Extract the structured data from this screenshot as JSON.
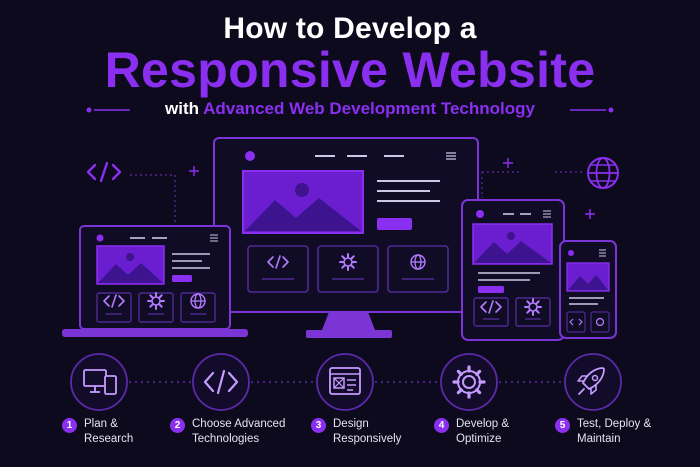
{
  "header": {
    "line1": "How to Develop a",
    "line2": "Responsive Website",
    "line3_white": "with ",
    "line3_accent": "Advanced Web Development Technology"
  },
  "icons": {
    "code": "code-brackets-icon",
    "plus": "plus-sign-icon",
    "globe": "globe-icon",
    "gear": "gear-icon",
    "image": "image-mountain-icon",
    "devices": "devices-icon",
    "layout": "layout-design-icon",
    "rocket": "rocket-icon"
  },
  "steps": [
    {
      "number": "1",
      "line1": "Plan &",
      "line2": "Research",
      "icon": "devices-icon"
    },
    {
      "number": "2",
      "line1": "Choose Advanced",
      "line2": "Technologies",
      "icon": "code-brackets-icon"
    },
    {
      "number": "3",
      "line1": "Design",
      "line2": "Responsively",
      "icon": "layout-design-icon"
    },
    {
      "number": "4",
      "line1": "Develop &",
      "line2": "Optimize",
      "icon": "gear-icon"
    },
    {
      "number": "5",
      "line1": "Test, Deploy &",
      "line2": "Maintain",
      "icon": "rocket-icon"
    }
  ],
  "colors": {
    "background": "#0c0a1c",
    "accent": "#8a2ff0",
    "outline": "#7b35d6",
    "text": "#ffffff"
  }
}
